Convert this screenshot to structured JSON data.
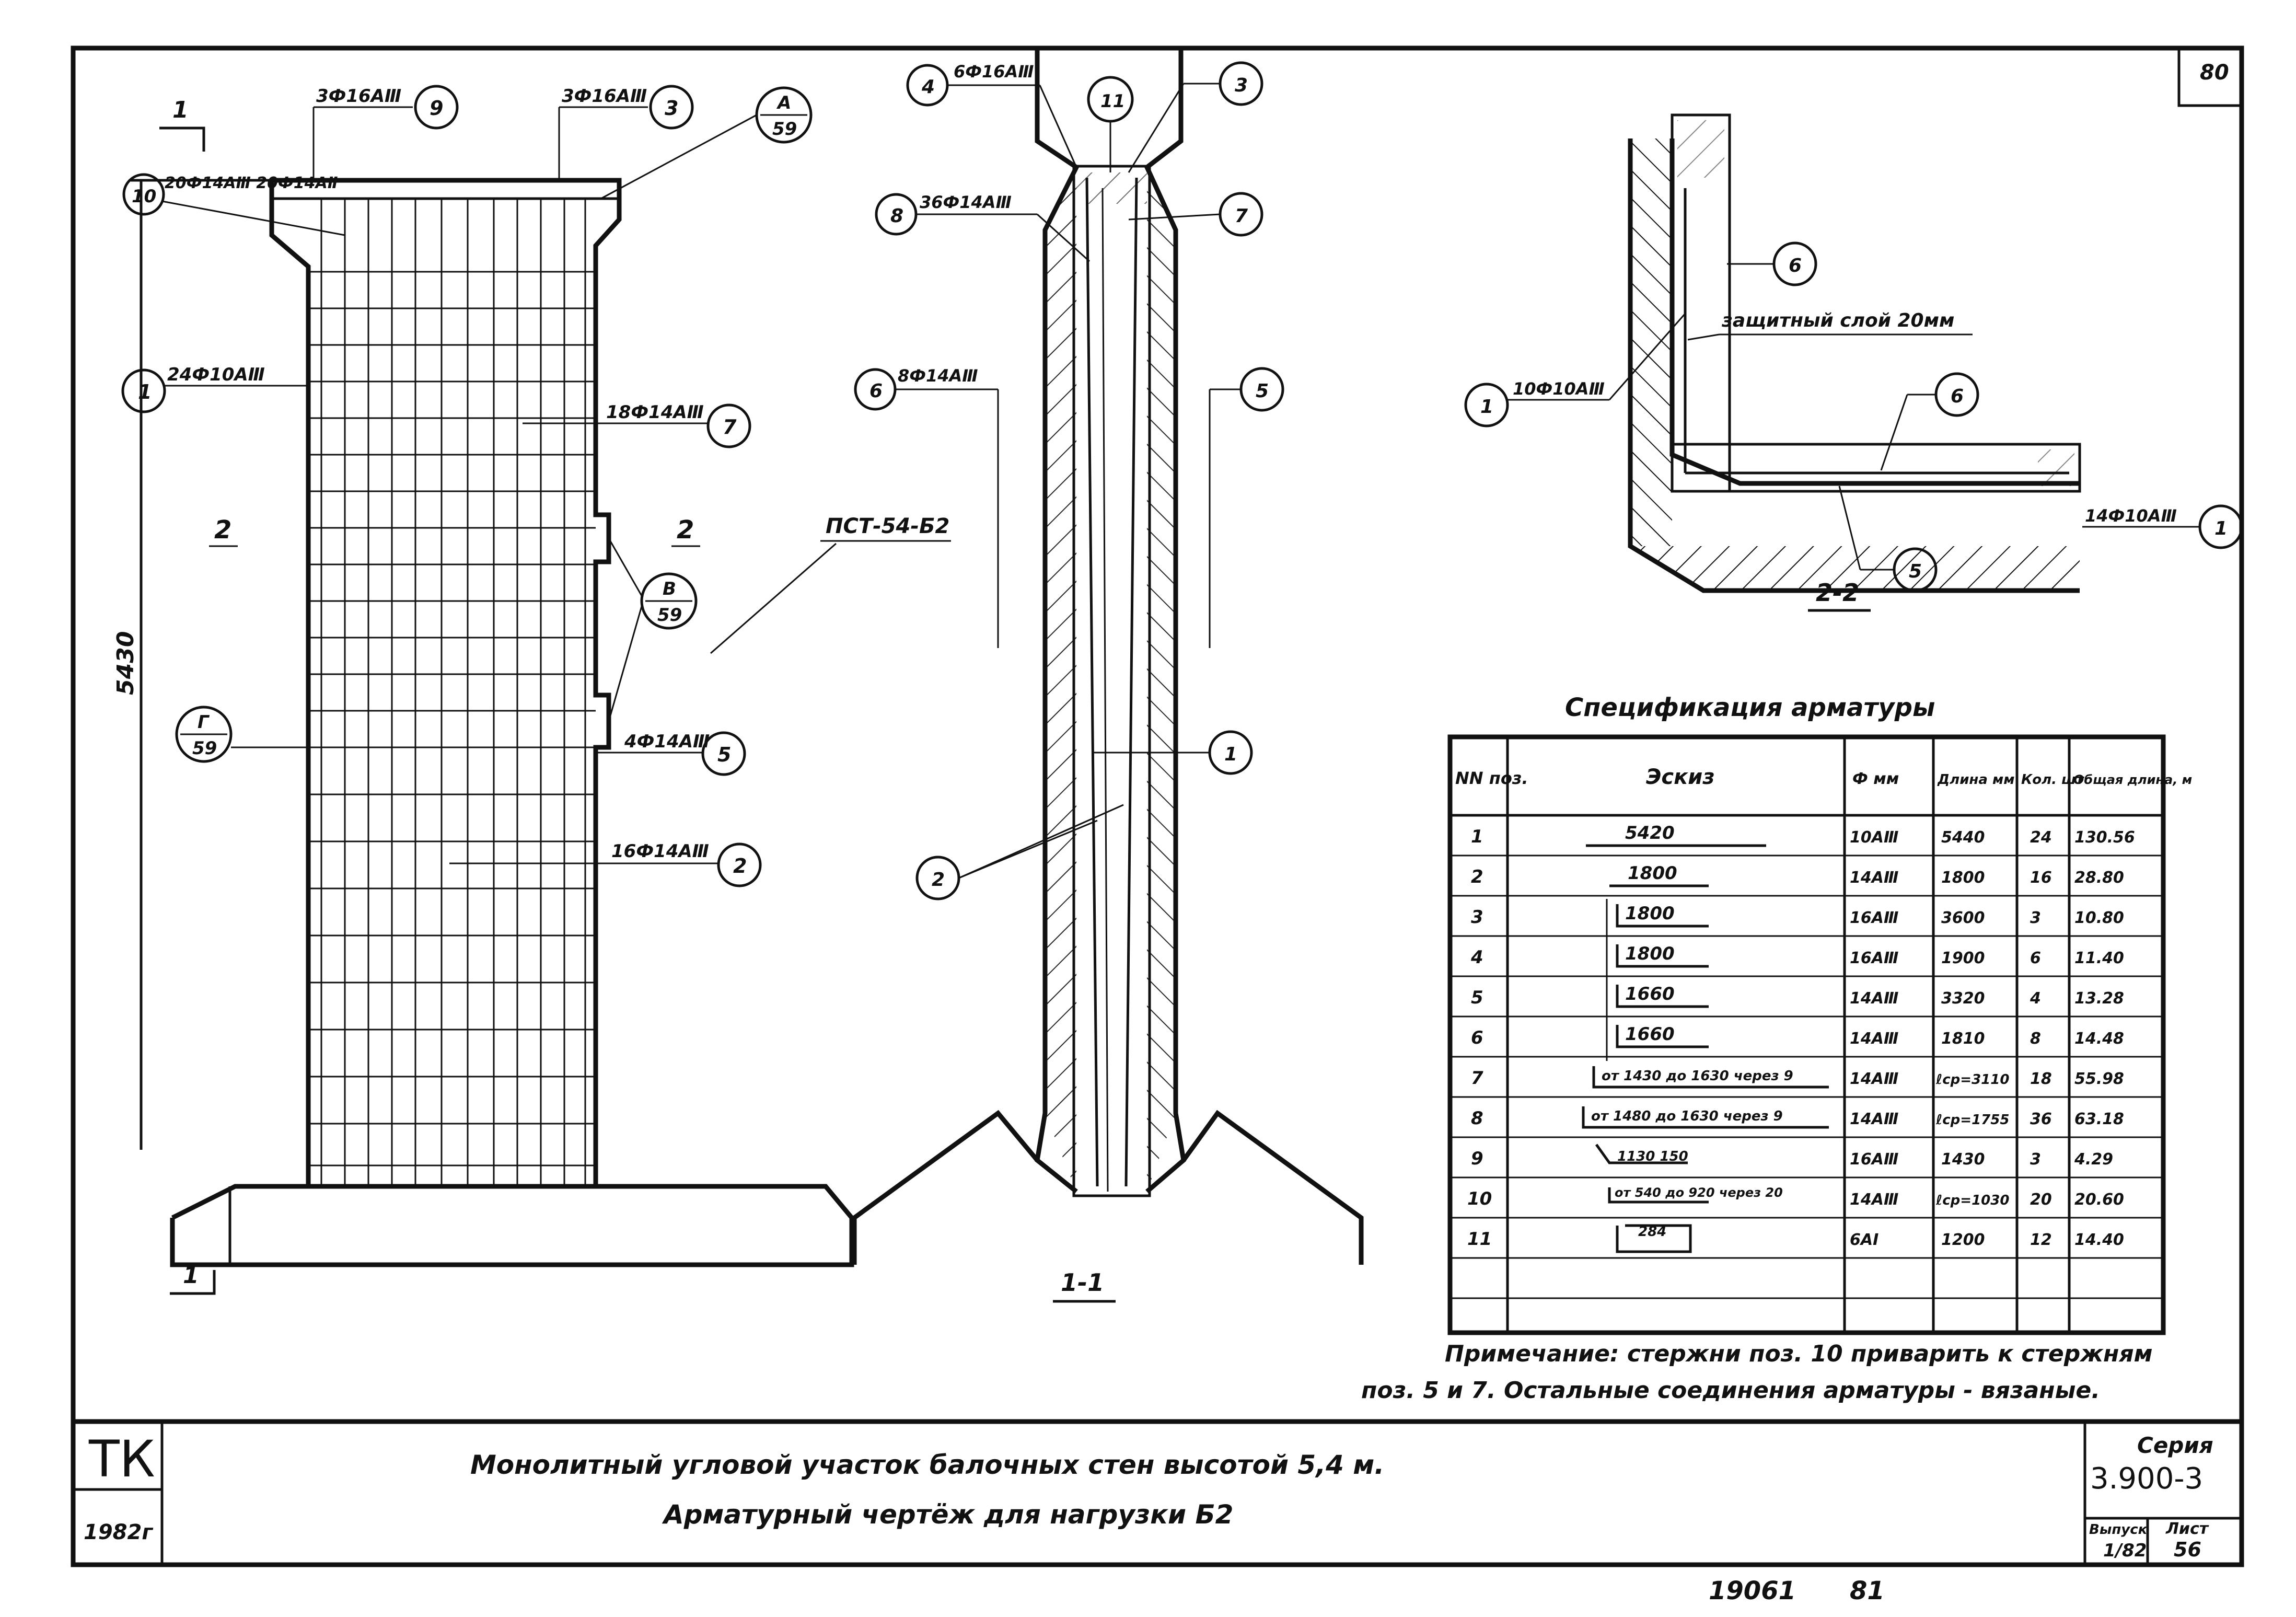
{
  "sheet": {
    "page_number": "80",
    "bottom_stamp_left": "19061",
    "bottom_stamp_right": "81"
  },
  "elevation": {
    "section_marks": [
      "1",
      "1"
    ],
    "region_labels": [
      "2",
      "2"
    ],
    "panel_label": "ПСТ-54-Б2",
    "height_dim": "5430",
    "callouts": [
      {
        "num": "9",
        "text": "3Ф16АⅢ"
      },
      {
        "num": "3",
        "text": "3Ф16АⅢ"
      },
      {
        "num": "10",
        "text": "20Ф14АⅢ 20Ф14АⅡ"
      },
      {
        "num": "1",
        "text": "24Ф10АⅢ"
      },
      {
        "num": "7",
        "text": "18Ф14АⅢ"
      },
      {
        "num": "5",
        "text": "4Ф14АⅢ"
      },
      {
        "num": "2",
        "text": "16Ф14АⅢ"
      }
    ],
    "node_refs": [
      {
        "top": "А",
        "bottom": "59"
      },
      {
        "top": "В",
        "bottom": "59"
      },
      {
        "top": "Г",
        "bottom": "59"
      }
    ]
  },
  "section_1_1": {
    "title": "1-1",
    "callouts": [
      {
        "num": "4",
        "text": "6Ф16АⅢ"
      },
      {
        "num": "11",
        "text": ""
      },
      {
        "num": "3",
        "text": ""
      },
      {
        "num": "8",
        "text": "36Ф14АⅢ"
      },
      {
        "num": "7",
        "text": ""
      },
      {
        "num": "6",
        "text": "8Ф14АⅢ"
      },
      {
        "num": "5",
        "text": ""
      },
      {
        "num": "1",
        "text": ""
      },
      {
        "num": "2",
        "text": ""
      }
    ]
  },
  "section_2_2": {
    "title": "2-2",
    "layer_note": "защитный слой 20мм",
    "callouts": [
      {
        "num": "6",
        "text": ""
      },
      {
        "num": "1",
        "text": "10Ф10АⅢ"
      },
      {
        "num": "6",
        "text": ""
      },
      {
        "num": "1",
        "text": "14Ф10АⅢ"
      },
      {
        "num": "5",
        "text": ""
      }
    ]
  },
  "spec": {
    "title": "Спецификация арматуры",
    "headers": [
      "NN поз.",
      "Эскиз",
      "Ф мм",
      "Длина мм",
      "Кол. шт",
      "Общая длина, м"
    ],
    "rows": [
      {
        "pos": "1",
        "sketch": "5420",
        "dia": "10АⅢ",
        "len": "5440",
        "qty": "24",
        "total": "130.56"
      },
      {
        "pos": "2",
        "sketch": "1800",
        "dia": "14АⅢ",
        "len": "1800",
        "qty": "16",
        "total": "28.80"
      },
      {
        "pos": "3",
        "sketch": "1800",
        "dia": "16АⅢ",
        "len": "3600",
        "qty": "3",
        "total": "10.80"
      },
      {
        "pos": "4",
        "sketch": "1800",
        "dia": "16АⅢ",
        "len": "1900",
        "qty": "6",
        "total": "11.40"
      },
      {
        "pos": "5",
        "sketch": "1660",
        "dia": "14АⅢ",
        "len": "3320",
        "qty": "4",
        "total": "13.28"
      },
      {
        "pos": "6",
        "sketch": "1660",
        "dia": "14АⅢ",
        "len": "1810",
        "qty": "8",
        "total": "14.48"
      },
      {
        "pos": "7",
        "sketch": "от 1430 до 1630 через 9",
        "dia": "14АⅢ",
        "len": "ℓср=3110",
        "qty": "18",
        "total": "55.98"
      },
      {
        "pos": "8",
        "sketch": "от 1480 до 1630 через 9",
        "dia": "14АⅢ",
        "len": "ℓср=1755",
        "qty": "36",
        "total": "63.18"
      },
      {
        "pos": "9",
        "sketch": "1130 150",
        "dia": "16АⅢ",
        "len": "1430",
        "qty": "3",
        "total": "4.29"
      },
      {
        "pos": "10",
        "sketch": "от 540 до 920 через 20",
        "dia": "14АⅢ",
        "len": "ℓср=1030",
        "qty": "20",
        "total": "20.60"
      },
      {
        "pos": "11",
        "sketch": "284",
        "dia": "6АⅠ",
        "len": "1200",
        "qty": "12",
        "total": "14.40"
      }
    ],
    "note_line1": "Примечание: стержни поз. 10 приварить к стержням",
    "note_line2": "поз. 5 и 7. Остальные соединения арматуры - вязаные."
  },
  "title_block": {
    "logo": "ТК",
    "year": "1982г",
    "title_line1": "Монолитный угловой участок балочных стен высотой 5,4 м.",
    "title_line2": "Арматурный чертёж для нагрузки Б2",
    "series_label": "Серия",
    "series_value": "3.900-3",
    "issue_label": "Выпуск",
    "issue_value": "1/82",
    "sheet_label": "Лист",
    "sheet_value": "56"
  }
}
